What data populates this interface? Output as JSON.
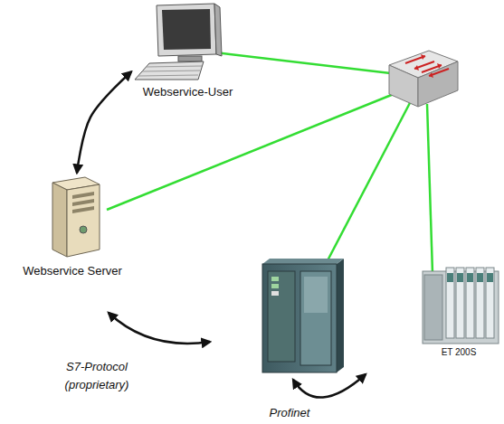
{
  "diagram": {
    "nodes": [
      {
        "text": [
          "Webservice-User"
        ]
      },
      {
        "text": [
          "Webservice Server"
        ]
      },
      {
        "text": [
          "ET 200S"
        ]
      }
    ],
    "edges": [
      {
        "from": 0,
        "to": 1,
        "arrow": "both"
      }
    ],
    "labels": [
      "S7-Protocol (proprietary)",
      "Profinet"
    ]
  }
}
